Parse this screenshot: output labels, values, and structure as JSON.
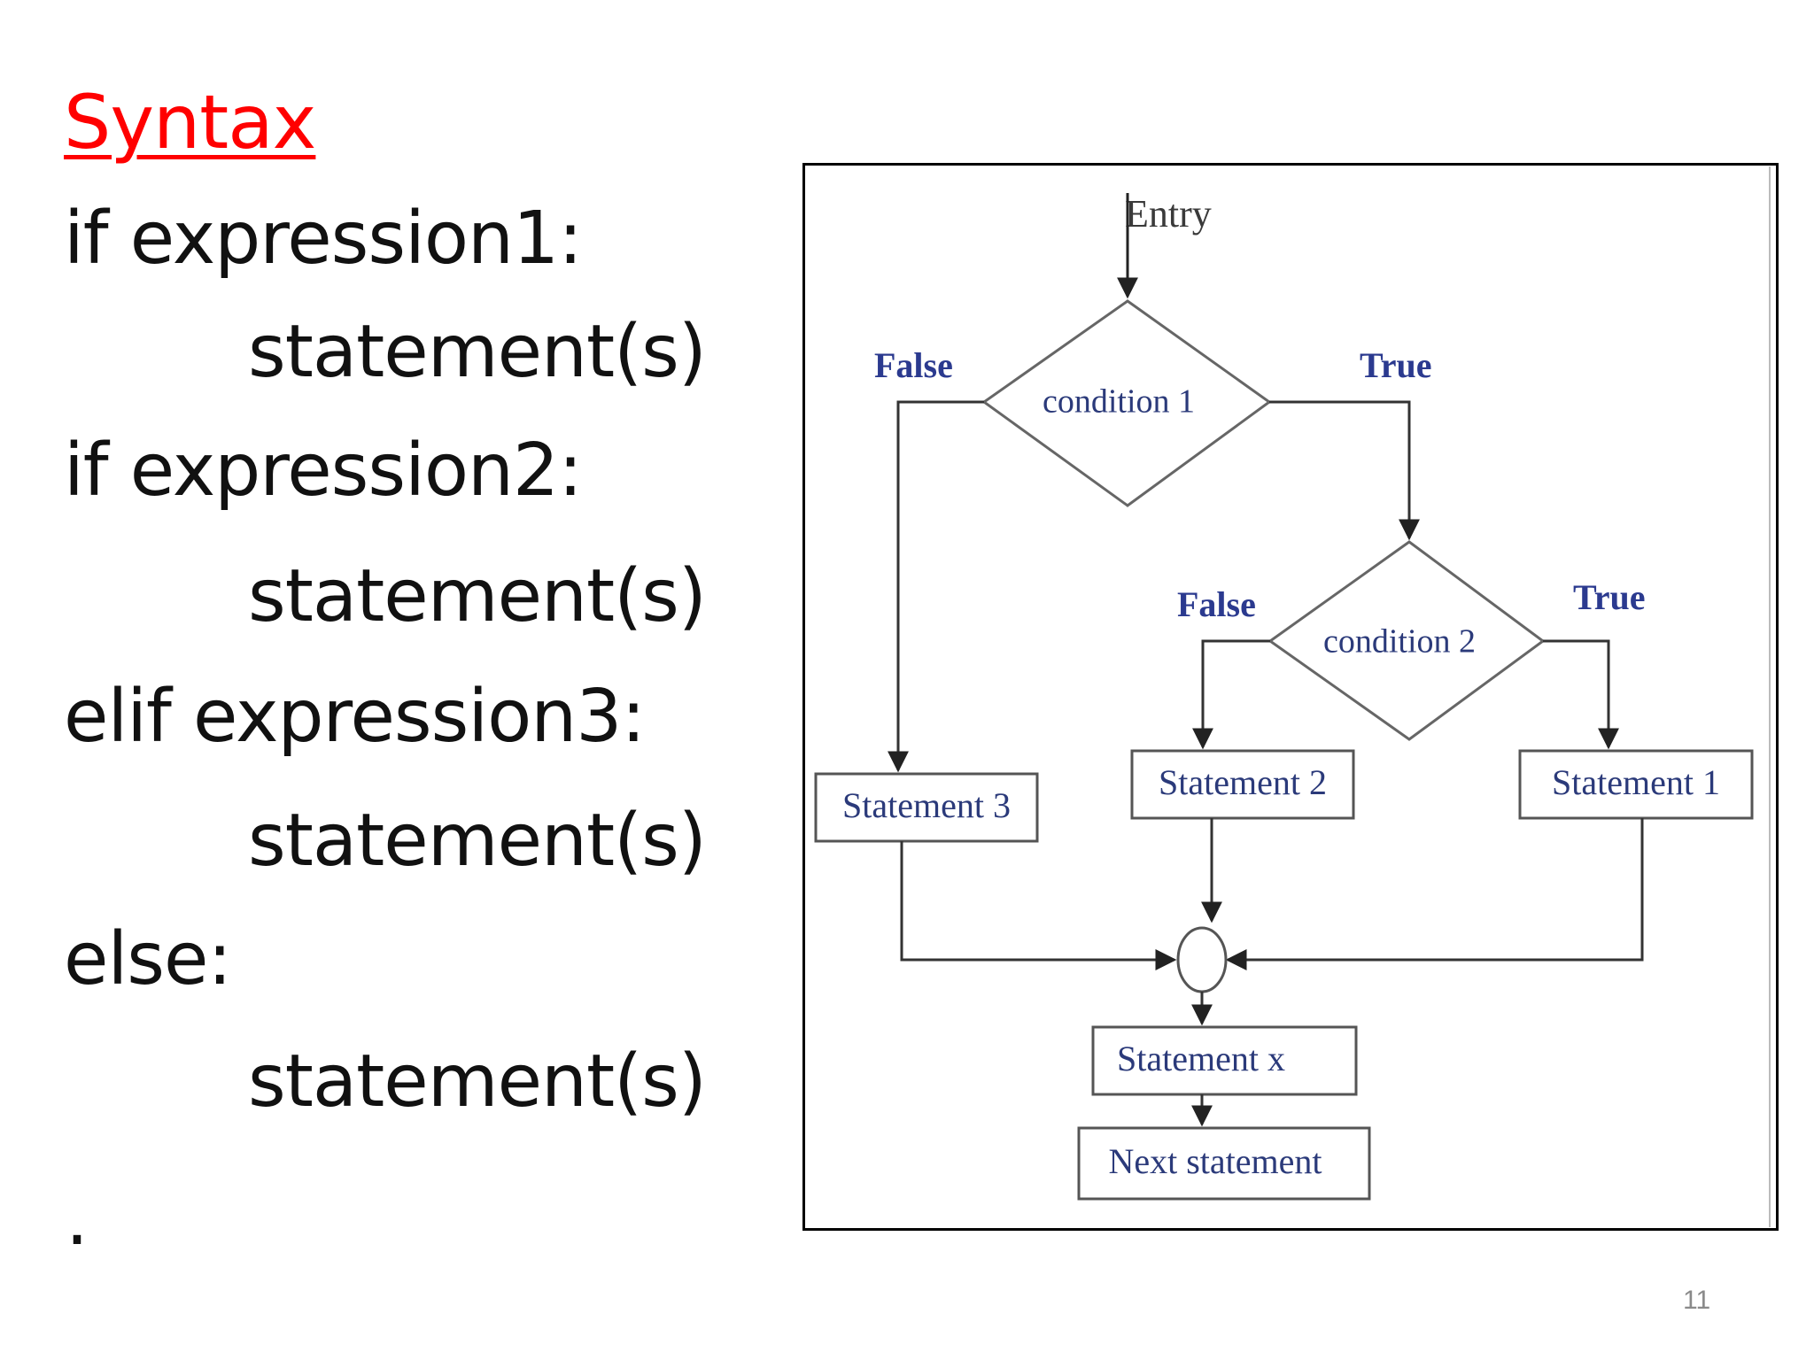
{
  "slide": {
    "heading": "Syntax",
    "code_lines": [
      "if expression1:",
      "statement(s)",
      "if expression2:",
      "statement(s)",
      "elif expression3:",
      "statement(s)",
      "else:",
      "statement(s)"
    ],
    "trailing_mark": ".",
    "page_number": "11"
  },
  "flowchart": {
    "entry_label": "Entry",
    "condition1": "condition 1",
    "condition2": "condition 2",
    "false_label_1": "False",
    "true_label_1": "True",
    "false_label_2": "False",
    "true_label_2": "True",
    "statement3": "Statement 3",
    "statement2": "Statement 2",
    "statement1": "Statement 1",
    "statement_x": "Statement x",
    "next_statement": "Next statement",
    "colors": {
      "label_blue": "#2b3a8f",
      "box_text": "#2b3a7a",
      "line": "#333333",
      "shape_stroke": "#555555"
    }
  }
}
